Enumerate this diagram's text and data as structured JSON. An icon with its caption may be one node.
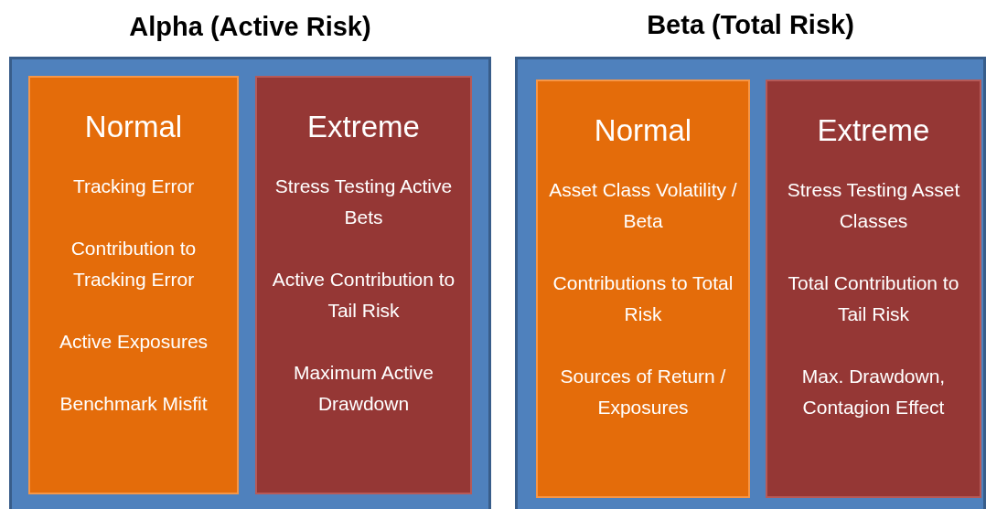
{
  "diagram": {
    "nodes": [
      {
        "text": [
          "Alpha (Active Risk)"
        ]
      },
      {
        "text": [
          "Normal",
          "Tracking Error",
          "Contribution to Tracking Error",
          "Active Exposures",
          "Benchmark Misfit"
        ],
        "in": 0
      },
      {
        "text": [
          "Extreme",
          "Stress Testing Active Bets",
          "Active Contribution to Tail Risk",
          "Maximum Active Drawdown"
        ],
        "in": 0
      },
      {
        "text": [
          "Beta (Total Risk)"
        ]
      },
      {
        "text": [
          "Normal",
          "Asset Class Volatility / Beta",
          "Contributions to Total  Risk",
          "Sources of Return / Exposures"
        ],
        "in": 3
      },
      {
        "text": [
          "Extreme",
          "Stress Testing Asset Classes",
          "Total Contribution to Tail Risk",
          "Max. Drawdown, Contagion Effect"
        ],
        "in": 3
      }
    ]
  }
}
